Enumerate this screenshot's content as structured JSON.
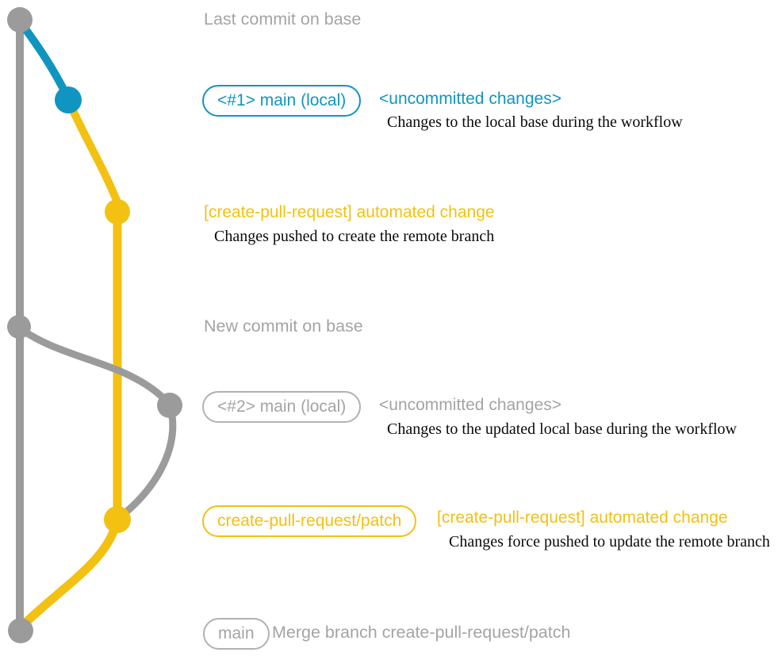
{
  "colors": {
    "graph_gray": "#9b9b9b",
    "text_gray": "#a4a4a4",
    "border_gray": "#b1b1b1",
    "blue": "#1095c1",
    "yellow": "#f2c111",
    "text_dark": "#0a0a0a"
  },
  "sections": {
    "last_commit_label": "Last commit on base",
    "new_commit_label": "New commit on base",
    "row1": {
      "badge": "<#1> main (local)",
      "heading": "<uncommitted changes>",
      "description": "Changes to the local base during the workflow"
    },
    "row2": {
      "heading": "[create-pull-request] automated change",
      "description": "Changes pushed to create the remote branch"
    },
    "row3": {
      "badge": "<#2> main (local)",
      "heading": "<uncommitted changes>",
      "description": "Changes to the updated local base during the workflow"
    },
    "row4": {
      "badge": "create-pull-request/patch",
      "heading": "[create-pull-request] automated change",
      "description": "Changes force pushed to update the remote branch"
    },
    "row5": {
      "badge": "main",
      "heading": "Merge branch create-pull-request/patch"
    }
  }
}
